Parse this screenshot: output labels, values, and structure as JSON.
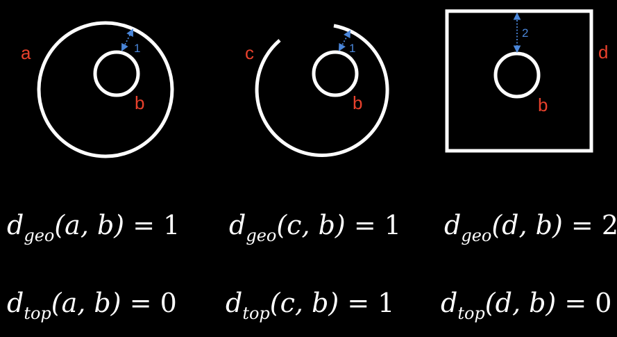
{
  "colors": {
    "background": "#000000",
    "shape": "#ffffff",
    "label": "#e8412c",
    "distance": "#4a86d9"
  },
  "panels": [
    {
      "outer_label": "a",
      "inner_label": "b",
      "distance_label": "1",
      "geo": {
        "d": "d",
        "sub": "geo",
        "args": "(a, b)",
        "eq": "=",
        "value": "1"
      },
      "top": {
        "d": "d",
        "sub": "top",
        "args": "(a, b)",
        "eq": "=",
        "value": "0"
      }
    },
    {
      "outer_label": "c",
      "inner_label": "b",
      "distance_label": "1",
      "geo": {
        "d": "d",
        "sub": "geo",
        "args": "(c, b)",
        "eq": "=",
        "value": "1"
      },
      "top": {
        "d": "d",
        "sub": "top",
        "args": "(c, b)",
        "eq": "=",
        "value": "1"
      }
    },
    {
      "outer_label": "d",
      "inner_label": "b",
      "distance_label": "2",
      "geo": {
        "d": "d",
        "sub": "geo",
        "args": "(d, b)",
        "eq": "=",
        "value": "2"
      },
      "top": {
        "d": "d",
        "sub": "top",
        "args": "(d, b)",
        "eq": "=",
        "value": "0"
      }
    }
  ]
}
